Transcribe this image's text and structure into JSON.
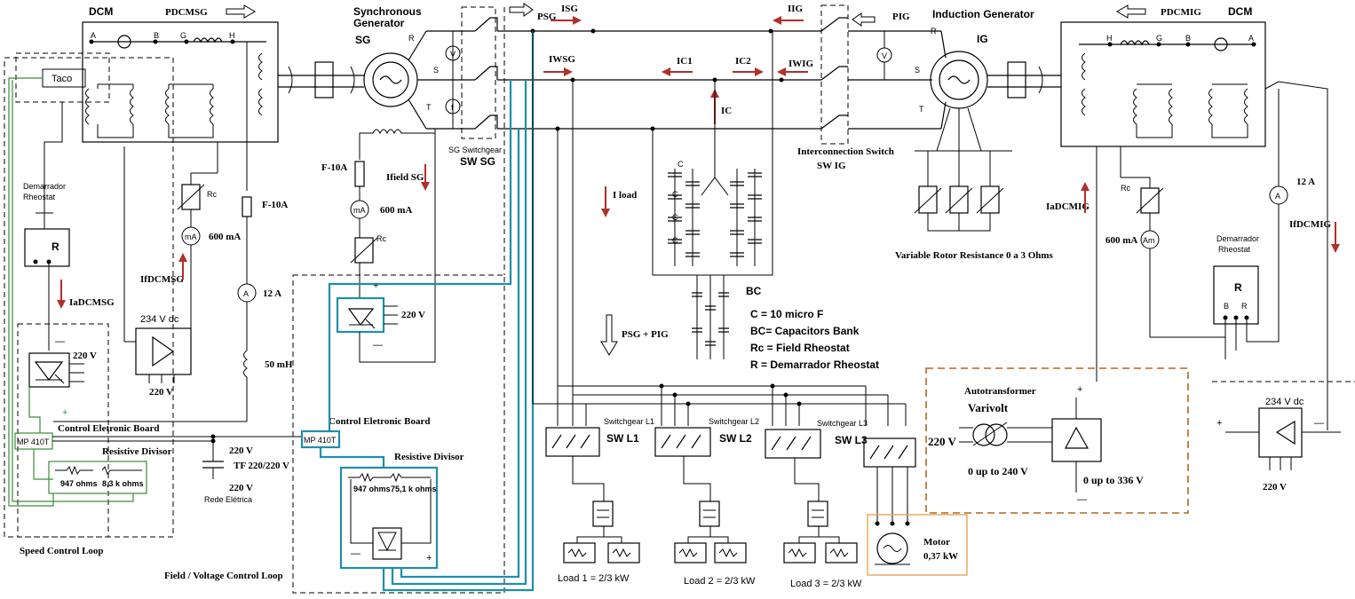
{
  "colors": {
    "wire": "#000000",
    "current_arrow": "#b0302a",
    "field_loop": "#1f8fa8",
    "speed_loop": "#3d8a3d",
    "autotransformer_box": "#b5651d",
    "motor_box": "#e8a45c"
  },
  "labels": {
    "dcm_left": "DCM",
    "dcm_right": "DCM",
    "p_dcmsg": "PDCMSG",
    "p_dcmig": "PDCMIG",
    "sg_title_1": "Synchronous",
    "sg_title_2": "Generator",
    "sg": "SG",
    "ig_title": "Induction Generator",
    "ig": "IG",
    "psg_top": "PSG",
    "isg": "ISG",
    "iig": "IIG",
    "pig": "PIG",
    "iwsg": "IWSG",
    "iwig": "IWIG",
    "ic1": "IC1",
    "ic2": "IC2",
    "ic": "IC",
    "iload": "I load",
    "ifield_sg": "Ifield SG",
    "ifdcmsg": "IfDCMSG",
    "iadcmsg": "IaDCMSG",
    "iadcmig": "IaDCMIG",
    "ifdcmig": "IfDCMIG",
    "psg_pig": "PSG + PIG",
    "taco": "Taco",
    "a_left": "A",
    "b_left": "B",
    "g_left": "G",
    "h_left": "H",
    "a_right": "A",
    "b_right": "B",
    "g_right": "G",
    "h_right": "H",
    "r": "R",
    "s": "S",
    "t": "T",
    "r2": "R",
    "s2": "S",
    "t2": "T",
    "v": "V",
    "f": "f",
    "v2": "V",
    "demarrador_1": "Demarrador",
    "rheostat_1": "Rheostat",
    "demarrador_2": "Demarrador",
    "rheostat_2": "Rheostat",
    "R_box_left": "R",
    "R_box_right": "R",
    "b_term": "B",
    "r_term": "R",
    "rc_1": "Rc",
    "rc_2": "Rc",
    "rc_3": "Rc",
    "ma_1": "mA",
    "ma_2": "mA",
    "am": "Am",
    "a_meter_1": "A",
    "a_meter_2": "A",
    "ma600_1": "600 mA",
    "ma600_2": "600 mA",
    "ma600_3": "600 mA",
    "a12_1": "12 A",
    "a12_2": "12 A",
    "f10a_1": "F-10A",
    "f10a_2": "F-10A",
    "mh50": "50 mH",
    "v234_1": "234 V dc",
    "v234_2": "234 V dc",
    "v220_a": "220 V",
    "v220_b": "220 V",
    "v220_c": "220 V",
    "v220_d": "220 V",
    "v220_e": "220 V",
    "v220_f": "220 V",
    "v220_g": "220 V",
    "tf": "TF 220/220 V",
    "rede": "Rede Elétrica",
    "ceb_1": "Control Eletronic Board",
    "ceb_2": "Control Eletronic Board",
    "mp_1": "MP 410T",
    "mp_2": "MP 410T",
    "resdiv_1": "Resistive Divisor",
    "resdiv_2": "Resistive Divisor",
    "ohm_947_1": "947 ohms",
    "ohm_83k": "8,3 k ohms",
    "ohm_947_2": "947 ohms",
    "ohm_751k": "75,1 k ohms",
    "speed_loop": "Speed Control Loop",
    "field_loop": "Field / Voltage Control Loop",
    "sg_switchgear": "SG Switchgear",
    "sw_sg": "SW SG",
    "interconnection": "Interconnection Switch",
    "sw_ig": "SW IG",
    "var_rotor": "Variable Rotor Resistance 0 a 3 Ohms",
    "bc": "BC",
    "c": "C",
    "legend_c": "C = 10 micro F",
    "legend_bc": "BC= Capacitors Bank",
    "legend_rc": "Rc = Field Rheostat",
    "legend_r": "R = Demarrador Rheostat",
    "swg_l1": "Switchgear  L1",
    "swg_l2": "Switchgear  L2",
    "swg_l3": "Switchgear  L3",
    "sw_l1": "SW L1",
    "sw_l2": "SW L2",
    "sw_l3": "SW L3",
    "load1": "Load 1 = 2/3 kW",
    "load2": "Load 2 = 2/3 kW",
    "load3": "Load 3 = 2/3 kW",
    "motor": "Motor",
    "motor_kw": "0,37 kW",
    "autotransformer": "Autotransformer",
    "varivolt": "Varivolt",
    "v0_240": "0 up to 240 V",
    "v0_336": "0  up to  336 V",
    "plus": "+",
    "minus": "—"
  }
}
